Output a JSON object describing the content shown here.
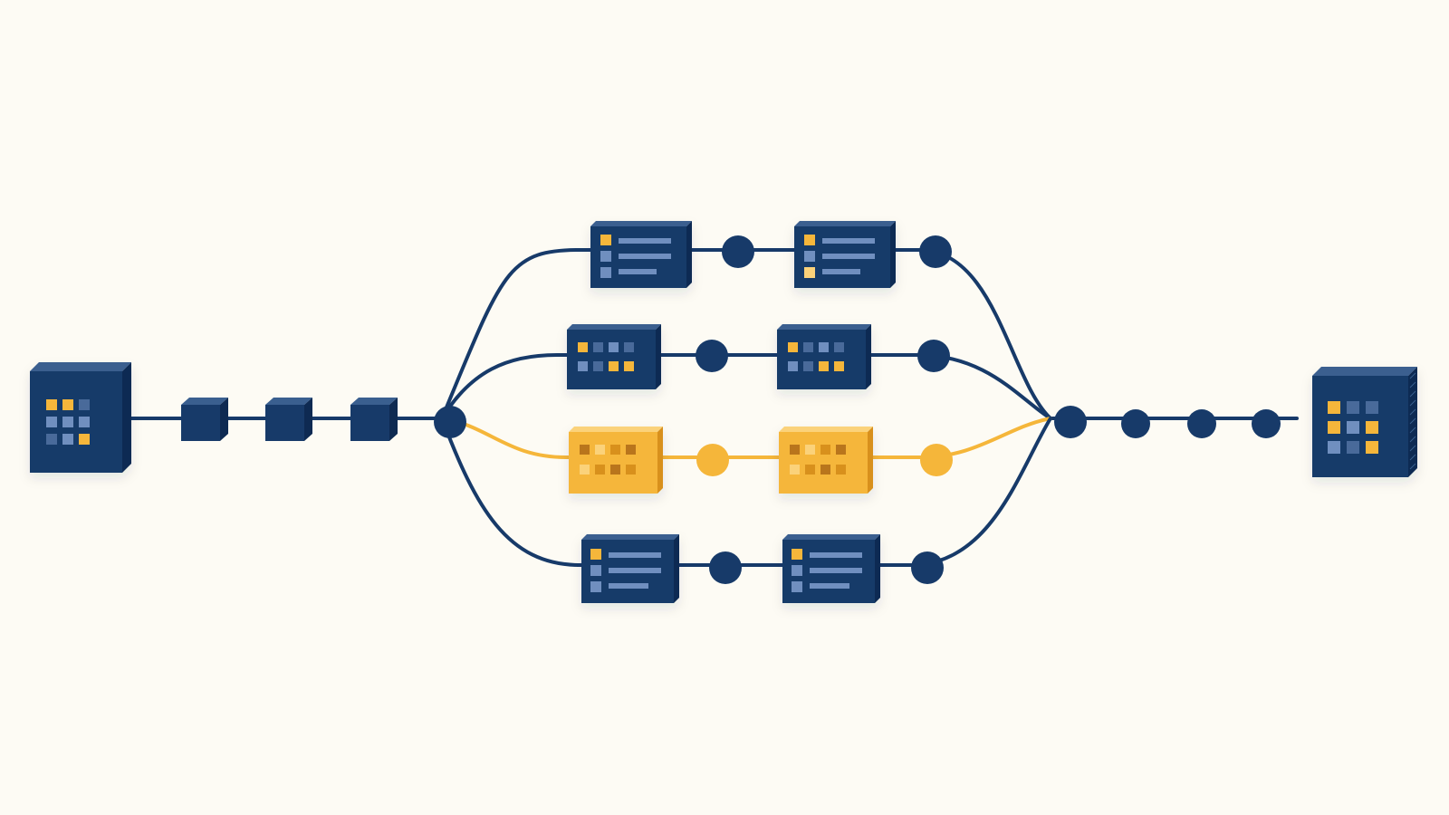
{
  "diagram": {
    "kind": "parallel-pipeline",
    "direction": "left-to-right",
    "lanes": 4,
    "highlighted_lane": 3,
    "colors": {
      "background": "#fdfbf4",
      "primary": "#173a69",
      "primary_dark": "#0e2a52",
      "primary_top": "#3a5f8f",
      "highlight": "#f5b63a",
      "highlight_dark": "#d8901f",
      "highlight_top": "#fbd27a",
      "cell_light": "#6f8fbf",
      "cell_muted": "#4a6a9a"
    },
    "icons": {
      "source": "server-block-icon",
      "sink": "server-rack-icon",
      "queue_item": "small-cube-icon",
      "junction": "node-dot-icon",
      "list_worker": "list-card-icon",
      "grid_worker": "grid-card-icon"
    }
  }
}
